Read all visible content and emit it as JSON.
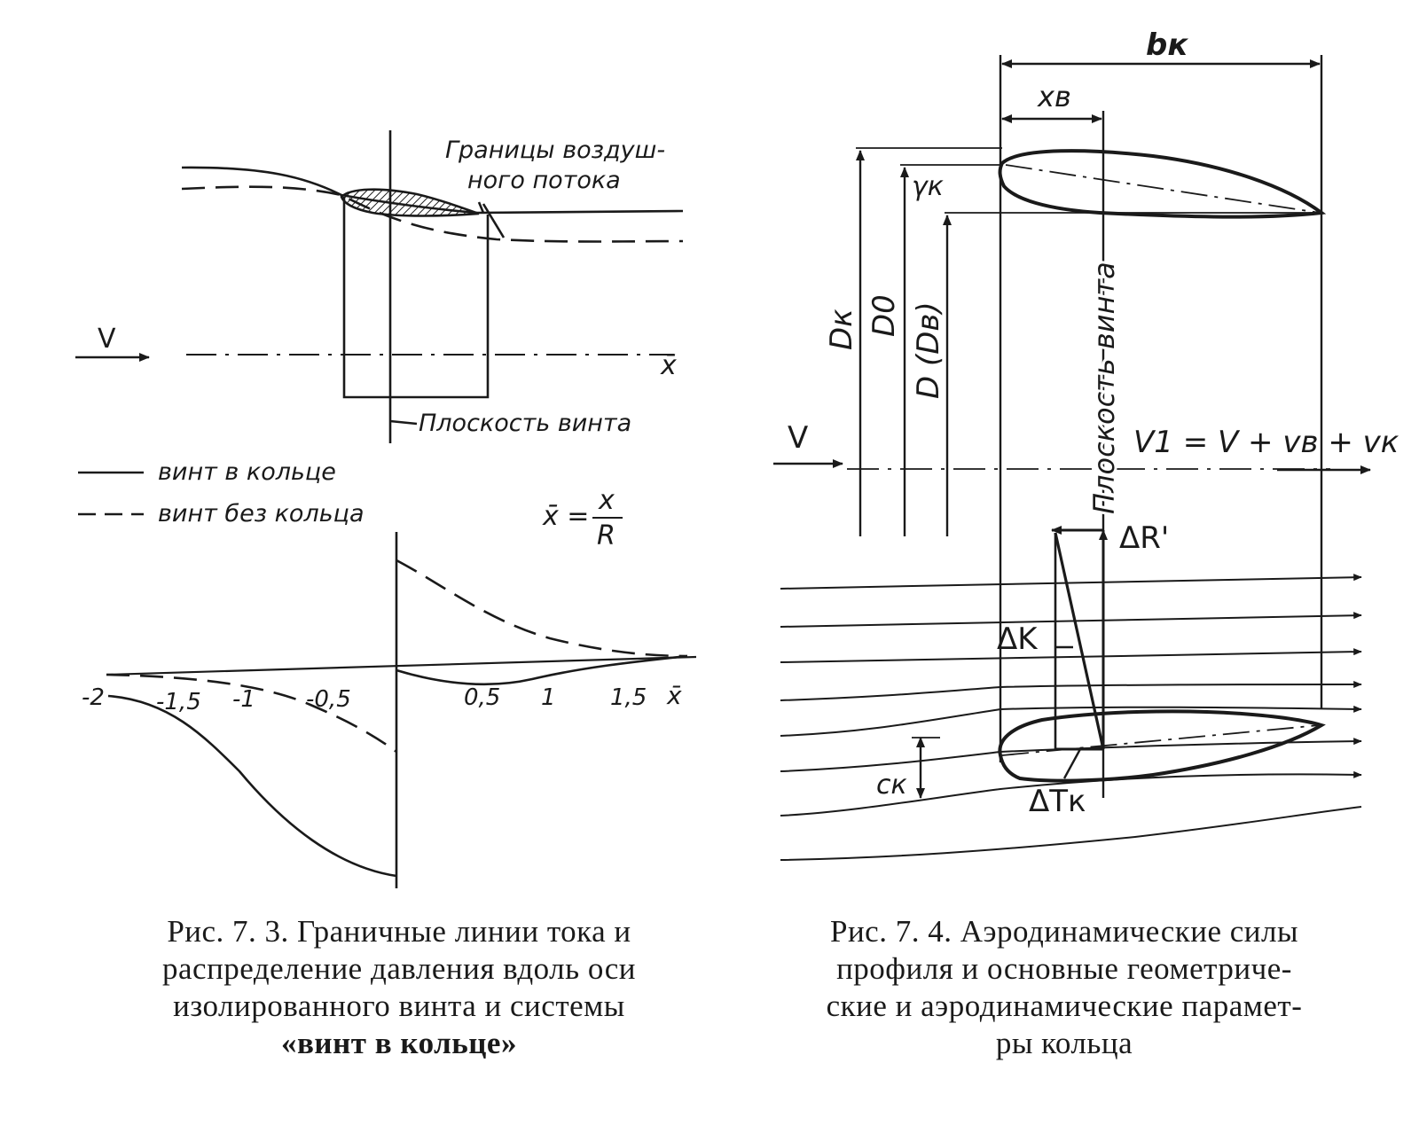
{
  "fig3": {
    "annotation_boundary": [
      "Границы воздуш-",
      "ного потока"
    ],
    "annotation_plane": "Плоскость винта",
    "v_label": "V",
    "x_axis_label": "x̄",
    "legend": {
      "solid": "винт в кольце",
      "dashed": "винт без кольца"
    },
    "formula": {
      "lhs": "x̄ =",
      "num": "x",
      "den": "R"
    },
    "tick_labels": [
      "-2",
      "-1,5",
      "-1",
      "-0,5",
      "0,5",
      "1",
      "1,5",
      "x̄"
    ],
    "caption": [
      "Рис. 7. 3. Граничные линии тока и",
      "распределение давления вдоль оси",
      "изолированного винта и системы",
      "«винт в кольце»"
    ]
  },
  "fig4": {
    "b_k": "bк",
    "x_v": "xв",
    "y_k": "γк",
    "d_k": "Dк",
    "d_0": "D0",
    "d_dv": "D (Dв)",
    "plane_label": "Плоскость винта",
    "v_label": "V",
    "v1_label": "V1 = V + vв + vк",
    "dr_label": "ΔR'",
    "dk_label": "ΔK",
    "ck_label": "cк",
    "dtk_label": "ΔTк",
    "caption": [
      "Рис. 7. 4. Аэродинамические силы",
      "профиля и основные геометриче-",
      "ские и аэродинамические парамет-",
      "ры кольца"
    ]
  }
}
